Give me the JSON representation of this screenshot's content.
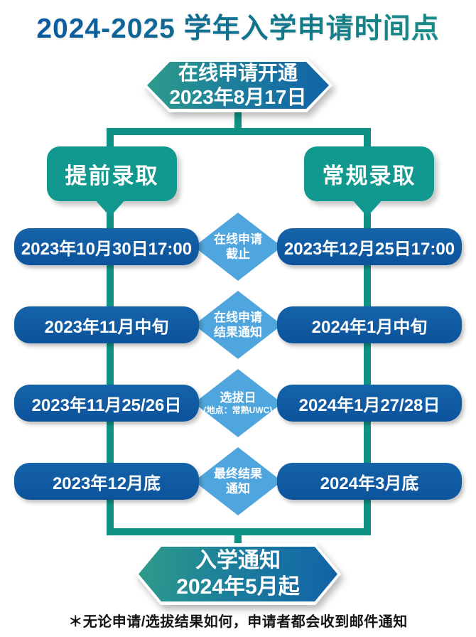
{
  "page": {
    "title": "2024-2025 学年入学申请时间点",
    "footer_note": "＊无论申请/选拔结果如何，申请者都会收到邮件通知"
  },
  "start_badge": {
    "line1": "在线申请开通",
    "line2": "2023年8月17日"
  },
  "end_badge": {
    "line1": "入学通知",
    "line2": "2024年5月起"
  },
  "tracks": {
    "left": "提前录取",
    "right": "常规录取"
  },
  "rows": [
    {
      "left_date": "2023年10月30日17:00",
      "milestone": {
        "lines": [
          "在线申请",
          "截止"
        ],
        "note": ""
      },
      "right_date": "2023年12月25日17:00"
    },
    {
      "left_date": "2023年11月中旬",
      "milestone": {
        "lines": [
          "在线申请",
          "结果通知"
        ],
        "note": ""
      },
      "right_date": "2024年1月中旬"
    },
    {
      "left_date": "2023年11月25/26日",
      "milestone": {
        "lines": [
          "选拔日",
          ""
        ],
        "note": "(地点：常熟UWC)"
      },
      "right_date": "2024年1月27/28日"
    },
    {
      "left_date": "2023年12月底",
      "milestone": {
        "lines": [
          "最终结果",
          "通知"
        ],
        "note": ""
      },
      "right_date": "2024年3月底"
    }
  ],
  "colors": {
    "title_gradient_start": "#0f5fa8",
    "title_gradient_end": "#1b9390",
    "connector_teal": "#0f9184",
    "bubble_teal": "#12998f",
    "pill_blue": "#0f5ea5",
    "diamond_blue": "#4fa5dd",
    "badge_gradient_start": "#2e9d89",
    "badge_gradient_end": "#1162a8"
  }
}
